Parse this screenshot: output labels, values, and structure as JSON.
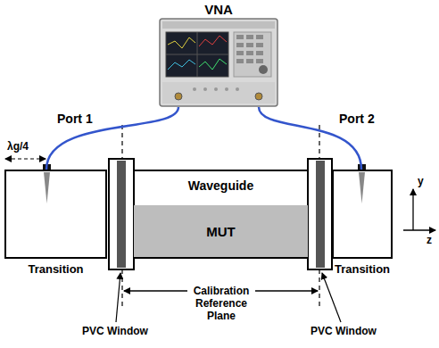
{
  "diagram": {
    "nodes": [
      {
        "text": [
          "VNA"
        ]
      },
      {
        "text": [
          "Transition"
        ]
      },
      {
        "text": [
          "Waveguide"
        ]
      },
      {
        "text": [
          "MUT"
        ],
        "in": 2
      },
      {
        "text": [
          "Transition"
        ]
      }
    ],
    "edges": [
      {
        "from": 0,
        "to": 1,
        "label": "Port 1",
        "arrow": "none"
      },
      {
        "from": 0,
        "to": 4,
        "label": "Port 2",
        "arrow": "none"
      }
    ],
    "labels": [
      "λg/4",
      "PVC Window",
      "PVC Window",
      "Calibration Reference Plane",
      "y",
      "z"
    ]
  }
}
